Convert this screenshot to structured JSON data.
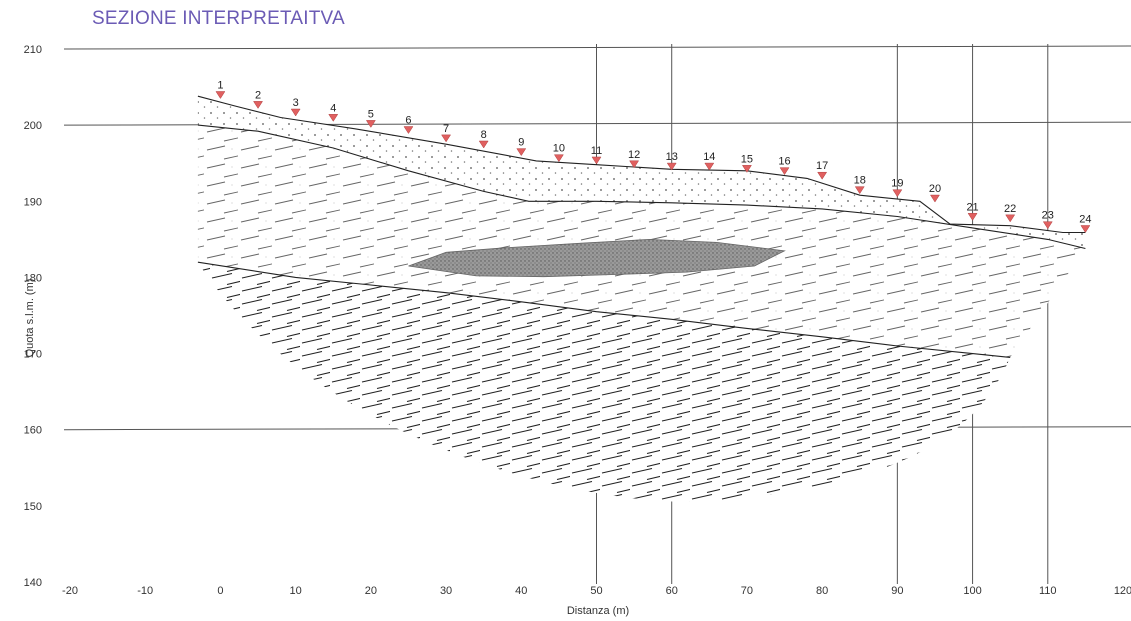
{
  "title": "SEZIONE INTERPRETAITVA",
  "chart_data": {
    "type": "line",
    "xlabel": "Distanza (m)",
    "ylabel": "Quota s.l.m. (m)",
    "xlim": [
      -20,
      120
    ],
    "ylim": [
      140,
      210
    ],
    "x_ticks": [
      "-20",
      "-10",
      "0",
      "10",
      "20",
      "30",
      "40",
      "50",
      "60",
      "70",
      "80",
      "90",
      "100",
      "110",
      "120"
    ],
    "y_ticks": [
      "140",
      "150",
      "160",
      "170",
      "180",
      "190",
      "200",
      "210"
    ],
    "grid": {
      "horizontal": [
        160,
        200,
        210
      ],
      "vertical": [
        50,
        60,
        90,
        100,
        110
      ]
    },
    "geophones": {
      "labels": [
        "1",
        "2",
        "3",
        "4",
        "5",
        "6",
        "7",
        "8",
        "9",
        "10",
        "11",
        "12",
        "13",
        "14",
        "15",
        "16",
        "17",
        "18",
        "19",
        "20",
        "21",
        "22",
        "23",
        "24"
      ],
      "x": [
        0,
        5,
        10,
        15,
        20,
        25,
        30,
        35,
        40,
        45,
        50,
        55,
        60,
        65,
        70,
        75,
        80,
        85,
        90,
        95,
        100,
        105,
        110,
        115
      ],
      "y": [
        203.5,
        202.2,
        201.2,
        200.5,
        199.7,
        198.9,
        197.8,
        197.0,
        196.0,
        195.2,
        194.9,
        194.4,
        194.1,
        194.1,
        193.8,
        193.5,
        192.9,
        191.0,
        190.6,
        189.9,
        187.5,
        187.3,
        186.4,
        185.9
      ],
      "color": "#e06060"
    },
    "series": [
      {
        "x": [
          -3,
          2,
          8,
          18,
          30,
          42,
          50,
          60,
          70,
          78,
          85,
          93,
          97,
          105,
          112,
          115
        ],
        "y": [
          203.8,
          202.5,
          201.0,
          199.5,
          197.5,
          195.3,
          194.8,
          194.2,
          194.0,
          193.0,
          190.8,
          190.0,
          187.0,
          186.8,
          185.9,
          185.9
        ]
      },
      {
        "x": [
          -3,
          5,
          15,
          25,
          35,
          41,
          50,
          60,
          70,
          80,
          90,
          100,
          110,
          115
        ],
        "y": [
          200.0,
          199.2,
          197.0,
          194.0,
          191.3,
          190.0,
          190.0,
          189.8,
          189.5,
          189.0,
          188.0,
          186.5,
          185.0,
          183.8
        ]
      },
      {
        "x": [
          -3,
          10,
          20,
          30,
          40,
          50,
          60,
          70,
          80,
          90,
          100,
          105
        ],
        "y": [
          182.0,
          180.0,
          179.0,
          178.0,
          176.8,
          175.5,
          174.5,
          173.3,
          172.2,
          171.0,
          170.0,
          169.5
        ]
      }
    ],
    "lens": {
      "x": [
        25,
        30,
        38,
        48,
        57,
        66,
        75,
        71,
        62,
        53,
        43,
        34,
        25
      ],
      "y": [
        181.5,
        183.3,
        183.9,
        184.5,
        185.0,
        184.6,
        183.5,
        181.5,
        180.7,
        180.4,
        180.1,
        180.2,
        181.5
      ],
      "color": "#8f8f8f"
    }
  }
}
